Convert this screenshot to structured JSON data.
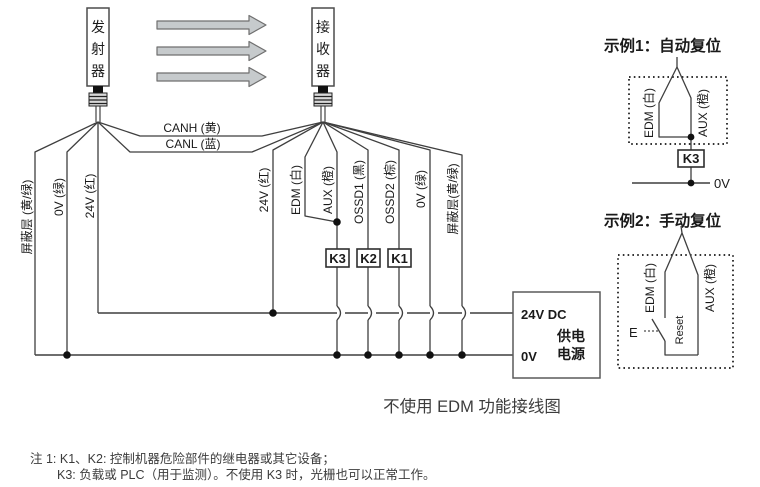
{
  "colors": {
    "line": "#3f3f3f",
    "dot": "#111111",
    "arrow_fill": "#c6cacc",
    "arrow_stroke": "#6f6f6f",
    "text": "#1a1a1a",
    "muted_text": "#3c3c3c"
  },
  "icons": {
    "beam_arrow": "right-arrow",
    "beam_arrow_count": 3
  },
  "transmitter": {
    "label": "发射器",
    "chars": [
      "发",
      "射",
      "器"
    ]
  },
  "receiver": {
    "label": "接收器",
    "chars": [
      "接",
      "收",
      "器"
    ]
  },
  "tx_wires": {
    "shield": "屏蔽层 (黄/绿)",
    "zero_v": "0V (绿)",
    "v24": "24V (红)"
  },
  "can_bus": {
    "canh": "CANH (黄)",
    "canl": "CANL (蓝)"
  },
  "rx_wires": {
    "v24": "24V (红)",
    "edm": "EDM (白)",
    "aux": "AUX (橙)",
    "ossd1": "OSSD1 (黑)",
    "ossd2": "OSSD2 (棕)",
    "zero_v": "0V (绿)",
    "shield": "屏蔽层(黄/绿)"
  },
  "relays": {
    "k3": "K3",
    "k2": "K2",
    "k1": "K1"
  },
  "power_supply": {
    "input_24v": "24V DC",
    "input_0v": "0V",
    "name_line1": "供电",
    "name_line2": "电源"
  },
  "caption": "不使用 EDM 功能接线图",
  "example1": {
    "title": "示例1：自动复位",
    "edm": "EDM (白)",
    "aux": "AUX (橙)",
    "k3": "K3",
    "zero_v": "0V"
  },
  "example2": {
    "title": "示例2：手动复位",
    "edm": "EDM (白)",
    "aux": "AUX (橙)",
    "reset": "Reset",
    "e_symbol": "E"
  },
  "notes": {
    "line1": "注 1: K1、K2: 控制机器危险部件的继电器或其它设备；",
    "line2": "K3: 负载或 PLC（用于监测）。不使用 K3 时，光栅也可以正常工作。"
  }
}
